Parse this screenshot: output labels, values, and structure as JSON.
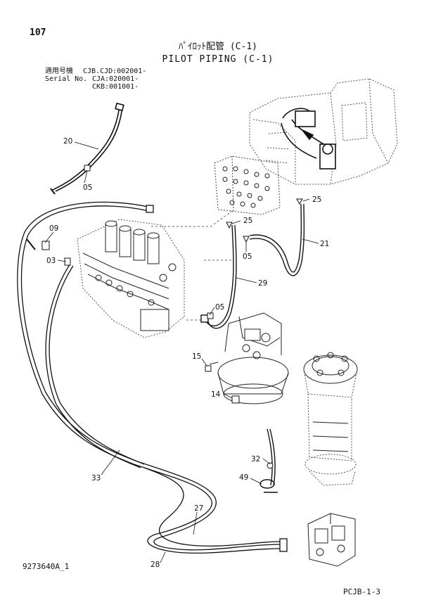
{
  "header": {
    "page_number": "107",
    "title_jp": "ﾊﾟｲﾛｯﾄ配管 (C-1)",
    "title_en": "PILOT PIPING (C-1)"
  },
  "serial": {
    "label_jp": "適用号機",
    "label_en": "Serial No.",
    "line1": "CJB.CJD:002001-",
    "line2": "CJA:020001-",
    "line3": "CKB:001001-"
  },
  "callouts": {
    "c20": "20",
    "c05a": "05",
    "c09": "09",
    "c03": "03",
    "c25a": "25",
    "c25b": "25",
    "c05b": "05",
    "c21": "21",
    "c29": "29",
    "c05c": "05",
    "c15": "15",
    "c14": "14",
    "c32": "32",
    "c49": "49",
    "c33": "33",
    "c27": "27",
    "c28": "28"
  },
  "footer": {
    "drawing_no": "9273640A_1",
    "page_code": "PCJB-1-3"
  }
}
